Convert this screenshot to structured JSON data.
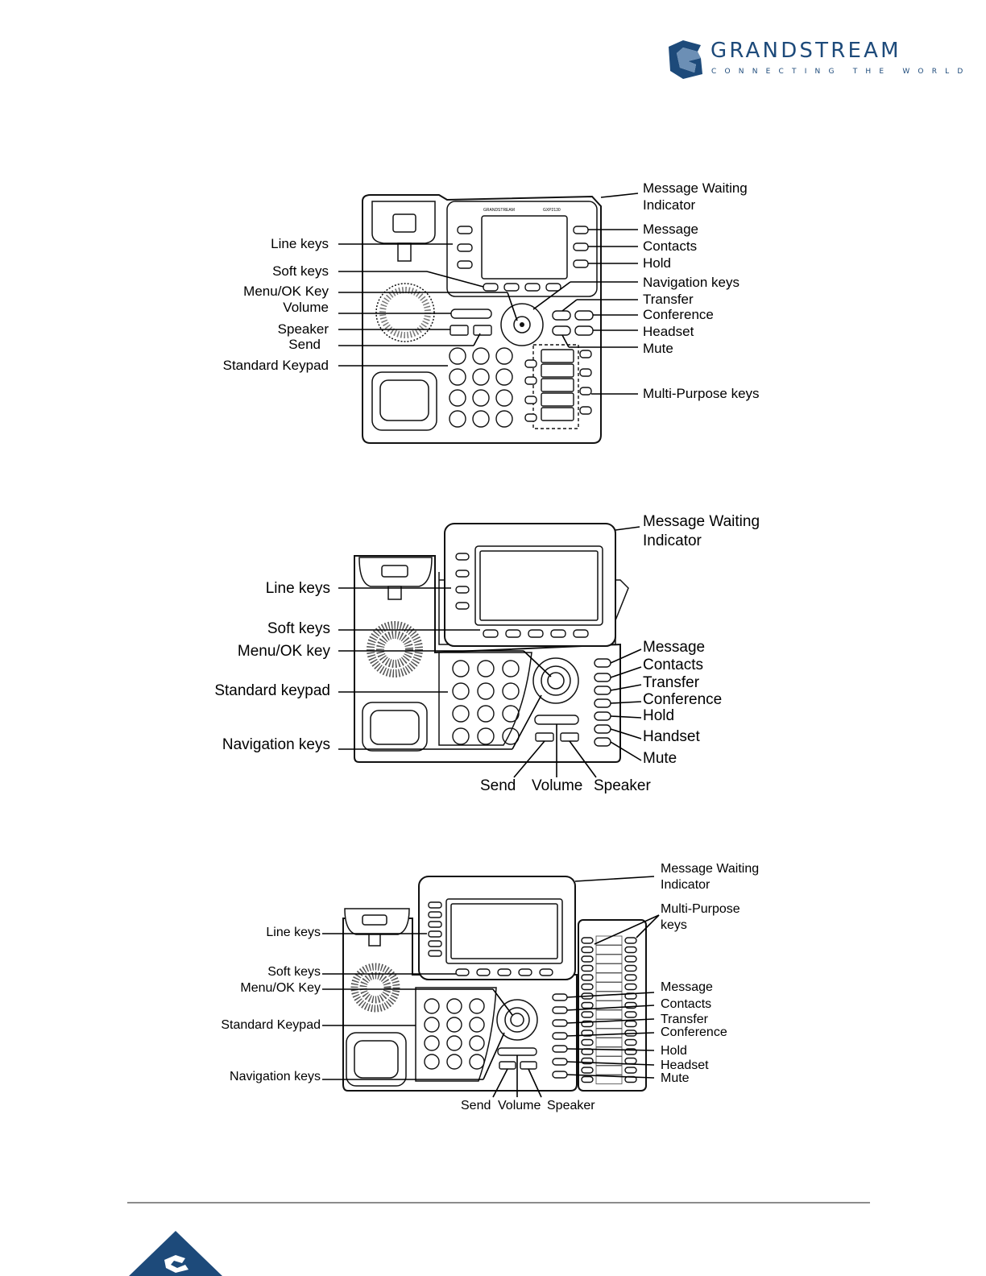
{
  "brand": {
    "name": "GRANDSTREAM",
    "tagline": "CONNECTING THE WORLD",
    "colors": {
      "primary": "#1d4a7a",
      "accent": "#6c8fb5"
    }
  },
  "figures": [
    {
      "device_text": {
        "brand": "GRANDSTREAM",
        "model": "GXP2130"
      },
      "labels": {
        "mwi": [
          "Message Waiting",
          "Indicator"
        ],
        "line_keys": "Line keys",
        "soft_keys": "Soft keys",
        "menu_ok": "Menu/OK Key",
        "volume": "Volume",
        "speaker": "Speaker",
        "send": "Send",
        "keypad": "Standard Keypad",
        "message": "Message",
        "contacts": "Contacts",
        "hold": "Hold",
        "navigation": "Navigation keys",
        "transfer": "Transfer",
        "conference": "Conference",
        "headset": "Headset",
        "mute": "Mute",
        "multi_purpose": "Multi-Purpose keys"
      }
    },
    {
      "labels": {
        "mwi": [
          "Message Waiting",
          "Indicator"
        ],
        "line_keys": "Line keys",
        "soft_keys": "Soft keys",
        "menu_ok": "Menu/OK key",
        "keypad": "Standard keypad",
        "navigation": "Navigation keys",
        "message": "Message",
        "contacts": "Contacts",
        "transfer": "Transfer",
        "conference": "Conference",
        "hold": "Hold",
        "handset": "Handset",
        "mute": "Mute",
        "send": "Send",
        "volume": "Volume",
        "speaker": "Speaker"
      }
    },
    {
      "labels": {
        "mwi": [
          "Message Waiting",
          "Indicator"
        ],
        "multi_purpose": [
          "Multi-Purpose",
          "keys"
        ],
        "line_keys": "Line keys",
        "soft_keys": "Soft keys",
        "menu_ok": "Menu/OK Key",
        "keypad": "Standard Keypad",
        "navigation": "Navigation keys",
        "message": "Message",
        "contacts": "Contacts",
        "transfer": "Transfer",
        "conference": "Conference",
        "hold": "Hold",
        "headset": "Headset",
        "mute": "Mute",
        "send": "Send",
        "volume": "Volume",
        "speaker": "Speaker"
      }
    }
  ]
}
